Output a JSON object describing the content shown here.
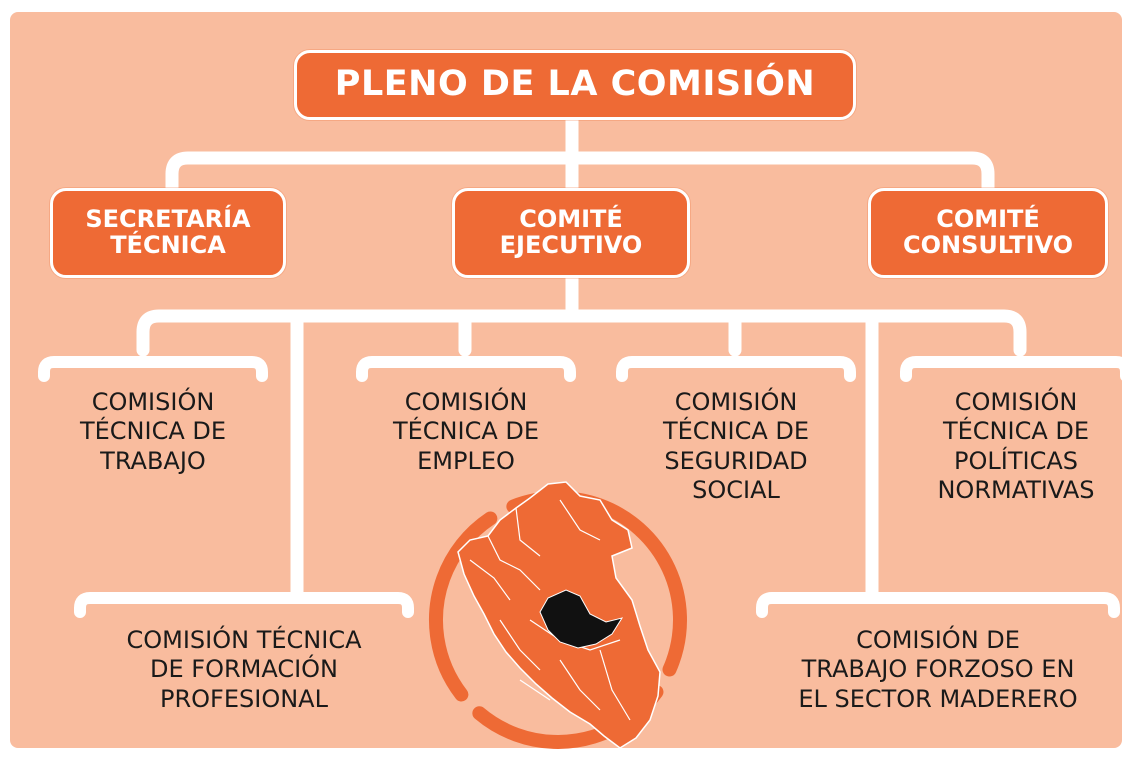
{
  "diagram": {
    "root": {
      "label": "PLENO DE LA COMISIÓN"
    },
    "committees": {
      "secretaria": {
        "line1": "SECRETARÍA",
        "line2": "TÉCNICA"
      },
      "ejecutivo": {
        "line1": "COMITÉ",
        "line2": "EJECUTIVO"
      },
      "consultivo": {
        "line1": "COMITÉ",
        "line2": "CONSULTIVO"
      }
    },
    "commissions": {
      "trabajo": [
        "COMISIÓN",
        "TÉCNICA DE",
        "TRABAJO"
      ],
      "empleo": [
        "COMISIÓN",
        "TÉCNICA DE",
        "EMPLEO"
      ],
      "seguridad": [
        "COMISIÓN",
        "TÉCNICA DE",
        "SEGURIDAD",
        "SOCIAL"
      ],
      "politicas": [
        "COMISIÓN",
        "TÉCNICA DE",
        "POLÍTICAS",
        "NORMATIVAS"
      ],
      "formacion": [
        "COMISIÓN TÉCNICA",
        "DE FORMACIÓN",
        "PROFESIONAL"
      ],
      "forzoso": [
        "COMISIÓN DE",
        "TRABAJO FORZOSO EN",
        "EL SECTOR MADERERO"
      ]
    }
  },
  "colors": {
    "background": "#F9BC9E",
    "box": "#EE6A35",
    "connector": "#ffffff",
    "text": "#1a1a1a",
    "highlight_region": "#111111"
  },
  "map": {
    "icon": "peru-map-icon",
    "highlighted_region": "dark-highlight"
  }
}
